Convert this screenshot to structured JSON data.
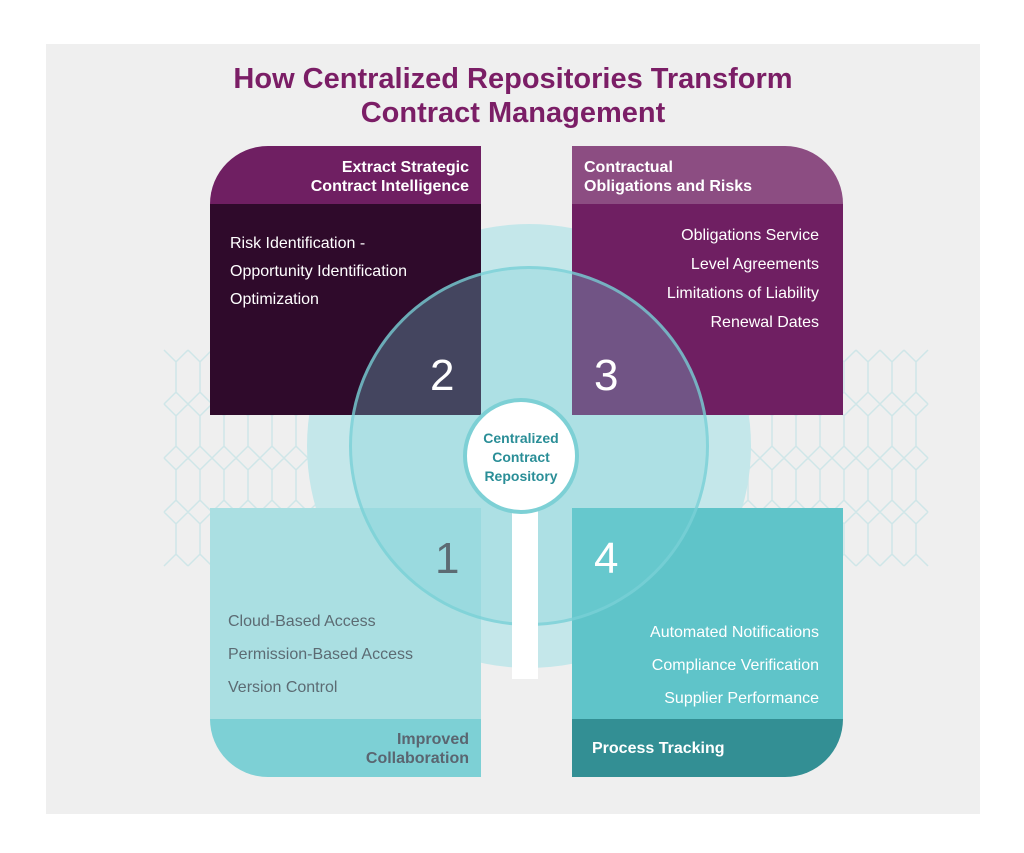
{
  "title": {
    "line1": "How Centralized Repositories Transform",
    "line2": "Contract Management"
  },
  "center": {
    "line1": "Centralized",
    "line2": "Contract",
    "line3": "Repository"
  },
  "quadrants": {
    "q1": {
      "number": "1",
      "heading_line1": "Improved",
      "heading_line2": "Collaboration",
      "items": [
        "Cloud-Based Access",
        "Permission-Based Access",
        "Version Control"
      ]
    },
    "q2": {
      "number": "2",
      "heading_line1": "Extract Strategic",
      "heading_line2": "Contract Intelligence",
      "items": [
        "Risk Identification -",
        "Opportunity Identification",
        "Optimization"
      ]
    },
    "q3": {
      "number": "3",
      "heading_line1": "Contractual",
      "heading_line2": "Obligations and Risks",
      "items": [
        "Obligations Service",
        "Level Agreements",
        "Limitations of Liability",
        "Renewal Dates"
      ]
    },
    "q4": {
      "number": "4",
      "heading": "Process Tracking",
      "items": [
        "Automated Notifications",
        "Compliance Verification",
        "Supplier Performance"
      ]
    }
  },
  "colors": {
    "title": "#7b1e66",
    "plum_dark": "#2f0a2b",
    "plum": "#6f1f62",
    "plum_light": "#8c4d82",
    "teal_light": "#aadfe2",
    "teal": "#5fc4c9",
    "teal_dark": "#338f94",
    "ring": "#7dd0d5",
    "background": "#efefef"
  }
}
